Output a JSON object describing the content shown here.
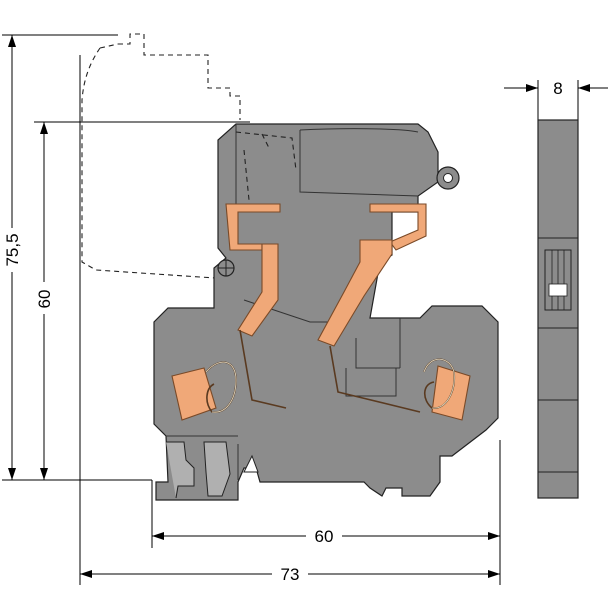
{
  "dimensions": {
    "height_total": "75,5",
    "height_body": "60",
    "width_body": "60",
    "width_total": "73",
    "thickness": "8"
  },
  "colors": {
    "housing": "#8c8c8c",
    "contact": "#f0a878",
    "lines": "#000000"
  }
}
